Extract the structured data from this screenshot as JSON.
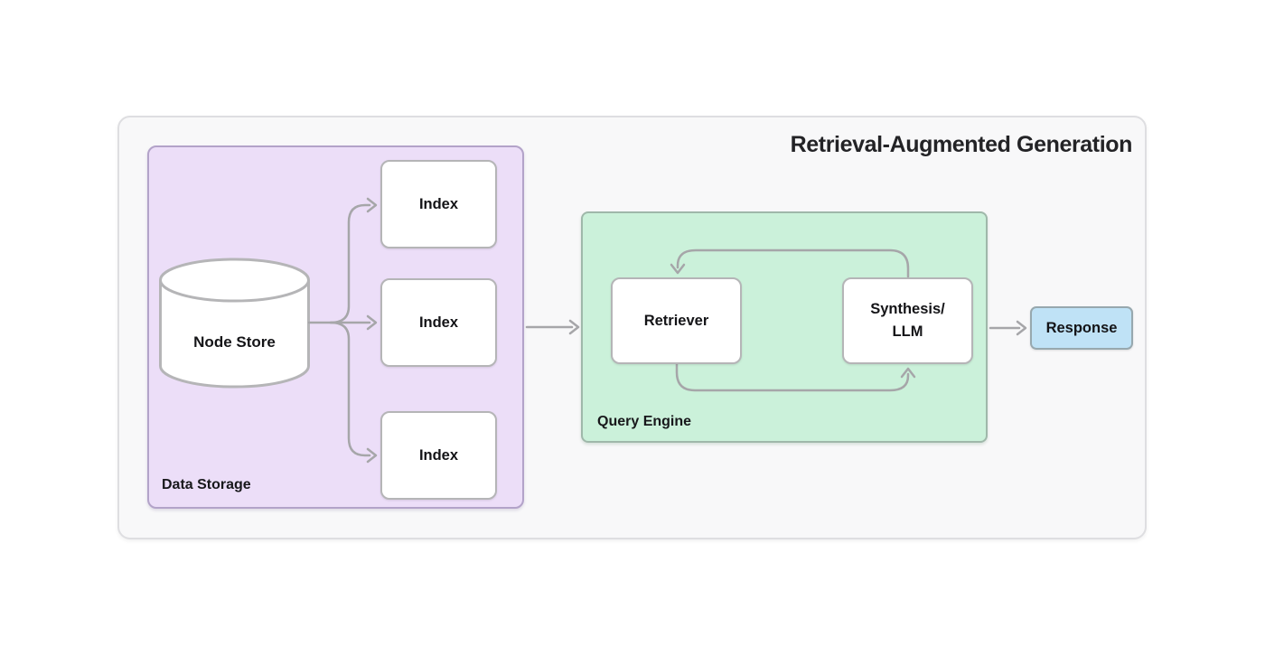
{
  "title": "Retrieval-Augmented Generation",
  "groups": {
    "data_storage": {
      "label": "Data Storage"
    },
    "query_engine": {
      "label": "Query Engine"
    }
  },
  "nodes": {
    "node_store": {
      "label": "Node Store",
      "shape": "cylinder"
    },
    "index_1": {
      "label": "Index"
    },
    "index_2": {
      "label": "Index"
    },
    "index_3": {
      "label": "Index"
    },
    "retriever": {
      "label": "Retriever"
    },
    "synthesis_llm": {
      "label_line1": "Synthesis/",
      "label_line2": "LLM"
    },
    "response": {
      "label": "Response"
    }
  },
  "edges": [
    {
      "from": "node_store",
      "to": "index_1"
    },
    {
      "from": "node_store",
      "to": "index_2"
    },
    {
      "from": "node_store",
      "to": "index_3"
    },
    {
      "from": "data_storage_group",
      "to": "query_engine_group"
    },
    {
      "from": "synthesis_llm",
      "to": "retriever"
    },
    {
      "from": "retriever",
      "to": "synthesis_llm"
    },
    {
      "from": "query_engine_group",
      "to": "response"
    }
  ],
  "colors": {
    "data_storage_fill": "#ECDEF8",
    "data_storage_border": "#B3A3C9",
    "query_engine_fill": "#CBF1DA",
    "query_engine_border": "#9FB8AA",
    "response_fill": "#BFE2F6",
    "response_border": "#97A8AE",
    "node_fill": "#FFFFFF",
    "node_border": "#B5B5B7",
    "arrow": "#A6A6A9",
    "frame_fill": "#F8F8F9",
    "frame_border": "#DEDEE1",
    "text": "#1C1C1F"
  }
}
